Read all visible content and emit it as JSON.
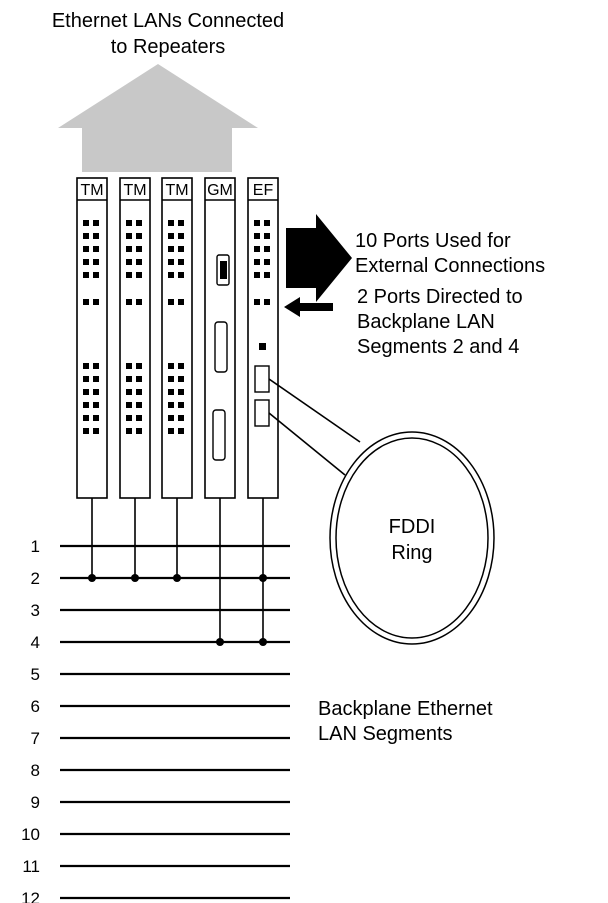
{
  "title": {
    "line1": "Ethernet LANs Connected",
    "line2": "to Repeaters"
  },
  "modules": [
    "TM",
    "TM",
    "TM",
    "GM",
    "EF"
  ],
  "callouts": {
    "external": {
      "line1": "10 Ports Used for",
      "line2": "External Connections"
    },
    "backplane_ports": {
      "line1": "2 Ports Directed to",
      "line2": "Backplane LAN",
      "line3": "Segments 2 and 4"
    }
  },
  "ring": {
    "line1": "FDDI",
    "line2": "Ring"
  },
  "segments_label": {
    "line1": "Backplane Ethernet",
    "line2": "LAN Segments"
  },
  "segments": [
    "1",
    "2",
    "3",
    "4",
    "5",
    "6",
    "7",
    "8",
    "9",
    "10",
    "11",
    "12"
  ],
  "colors": {
    "arrow_gray": "#c8c8c8",
    "ink": "#000000"
  }
}
